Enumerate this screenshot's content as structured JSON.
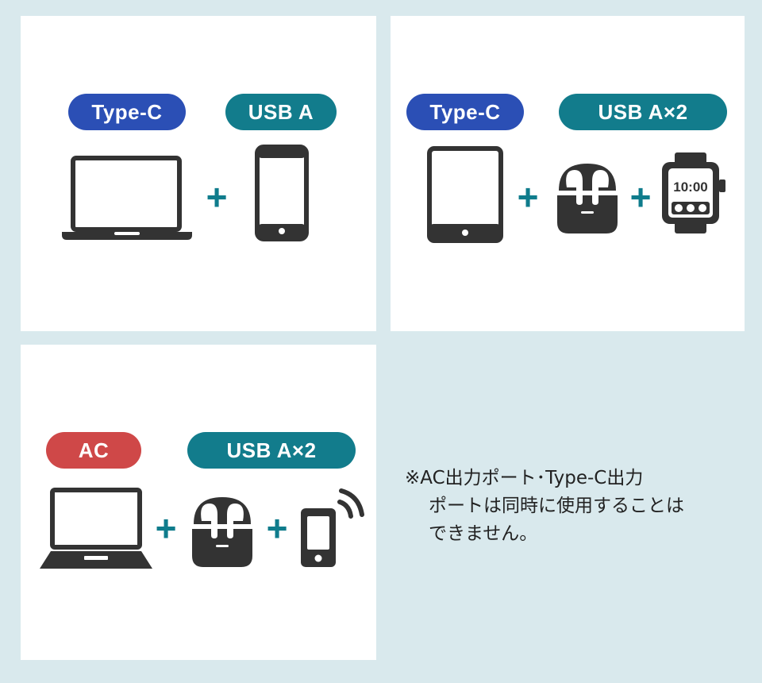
{
  "panels": [
    {
      "labels": {
        "left": "Type-C",
        "right": "USB A"
      },
      "plus": [
        "+"
      ]
    },
    {
      "labels": {
        "left": "Type-C",
        "right": "USB A×2"
      },
      "plus": [
        "+",
        "+"
      ],
      "watch_time": "10:00"
    },
    {
      "labels": {
        "left": "AC",
        "right": "USB A×2"
      },
      "plus": [
        "+",
        "+"
      ]
    }
  ],
  "note": {
    "line1": "※AC出力ポート･Type-C出力",
    "line2": "ポートは同時に使用することは",
    "line3": "できません。"
  },
  "colors": {
    "type_c_badge": "#2b4fb5",
    "usb_badge": "#127c8c",
    "ac_badge": "#cf4848",
    "plus_sign": "#0f7c8c",
    "device": "#333333",
    "background": "#d9e9ed"
  }
}
